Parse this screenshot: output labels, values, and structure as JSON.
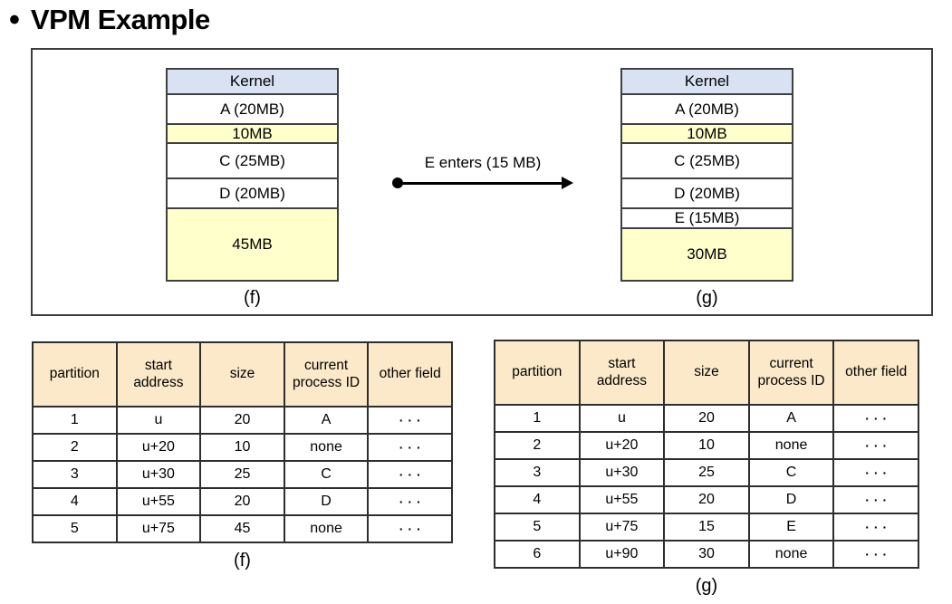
{
  "slide": {
    "bullet": "•",
    "title": "VPM Example"
  },
  "diagram": {
    "arrow_label": "E enters (15 MB)",
    "stacks": {
      "before": {
        "caption": "(f)",
        "segments": [
          {
            "label": "Kernel",
            "kind": "kernel",
            "height": 28
          },
          {
            "label": "A (20MB)",
            "kind": "process",
            "height": 33
          },
          {
            "label": "10MB",
            "kind": "free",
            "height": 21
          },
          {
            "label": "C (25MB)",
            "kind": "process",
            "height": 39
          },
          {
            "label": "D (20MB)",
            "kind": "process",
            "height": 33
          },
          {
            "label": "45MB",
            "kind": "free",
            "height": 78
          }
        ]
      },
      "after": {
        "caption": "(g)",
        "segments": [
          {
            "label": "Kernel",
            "kind": "kernel",
            "height": 28
          },
          {
            "label": "A (20MB)",
            "kind": "process",
            "height": 33
          },
          {
            "label": "10MB",
            "kind": "free",
            "height": 21
          },
          {
            "label": "C (25MB)",
            "kind": "process",
            "height": 39
          },
          {
            "label": "D (20MB)",
            "kind": "process",
            "height": 33
          },
          {
            "label": "E (15MB)",
            "kind": "process",
            "height": 22
          },
          {
            "label": "30MB",
            "kind": "free",
            "height": 56
          }
        ]
      }
    }
  },
  "tables": {
    "headers": [
      "partition",
      "start address",
      "size",
      "current process ID",
      "other field"
    ],
    "before": {
      "caption": "(f)",
      "rows": [
        [
          "1",
          "u",
          "20",
          "A",
          "···"
        ],
        [
          "2",
          "u+20",
          "10",
          "none",
          "···"
        ],
        [
          "3",
          "u+30",
          "25",
          "C",
          "···"
        ],
        [
          "4",
          "u+55",
          "20",
          "D",
          "···"
        ],
        [
          "5",
          "u+75",
          "45",
          "none",
          "···"
        ]
      ]
    },
    "after": {
      "caption": "(g)",
      "rows": [
        [
          "1",
          "u",
          "20",
          "A",
          "···"
        ],
        [
          "2",
          "u+20",
          "10",
          "none",
          "···"
        ],
        [
          "3",
          "u+30",
          "25",
          "C",
          "···"
        ],
        [
          "4",
          "u+55",
          "20",
          "D",
          "···"
        ],
        [
          "5",
          "u+75",
          "15",
          "E",
          "···"
        ],
        [
          "6",
          "u+90",
          "30",
          "none",
          "···"
        ]
      ]
    }
  },
  "colors": {
    "kernel_bg": "#D9E2F3",
    "free_bg": "#FFFFCC",
    "table_header_bg": "#FCE9C9",
    "border": "#2E2E2E"
  }
}
